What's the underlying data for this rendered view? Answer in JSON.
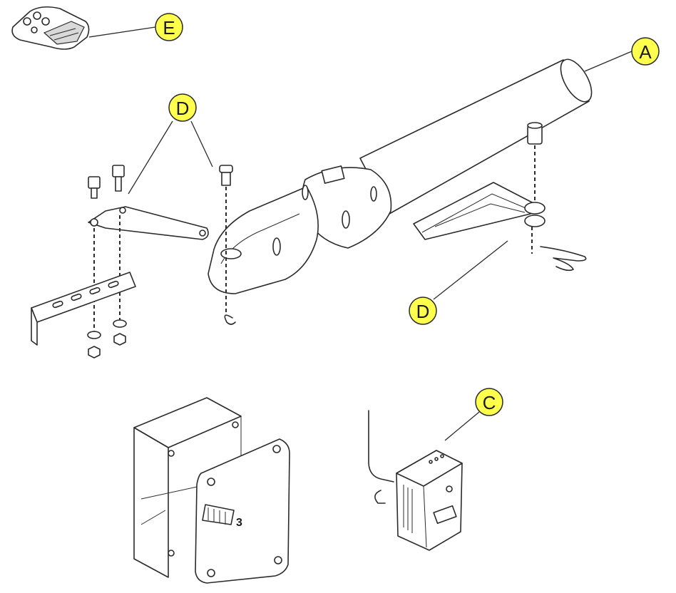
{
  "callouts": {
    "A": "A",
    "C": "C",
    "D_upper": "D",
    "D_lower": "D",
    "E": "E"
  },
  "box_label": "3",
  "colors": {
    "callout_fill": "#ffff4d",
    "line": "#2b2b2b",
    "background": "#ffffff"
  }
}
